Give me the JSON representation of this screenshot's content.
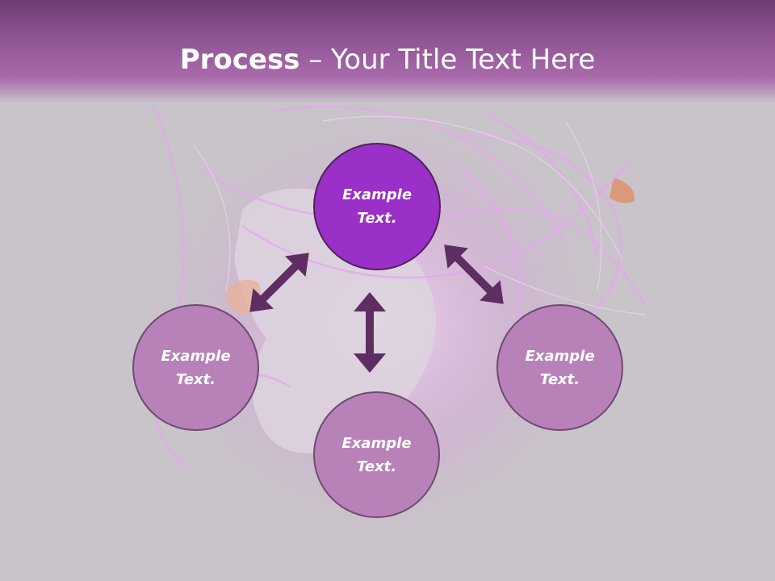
{
  "slide": {
    "title_bold": "Process",
    "title_rest": " – Your Title Text Here"
  },
  "nodes": {
    "top": "Example\nText.",
    "left": "Example\nText.",
    "right": "Example\nText.",
    "bottom": "Example\nText."
  },
  "colors": {
    "header_dark": "#6e3b72",
    "header_light": "#a86aab",
    "active_node": "#9a30c7",
    "node": "#b882b8",
    "arrow": "#5e2e62",
    "background": "#c9c3ca"
  }
}
